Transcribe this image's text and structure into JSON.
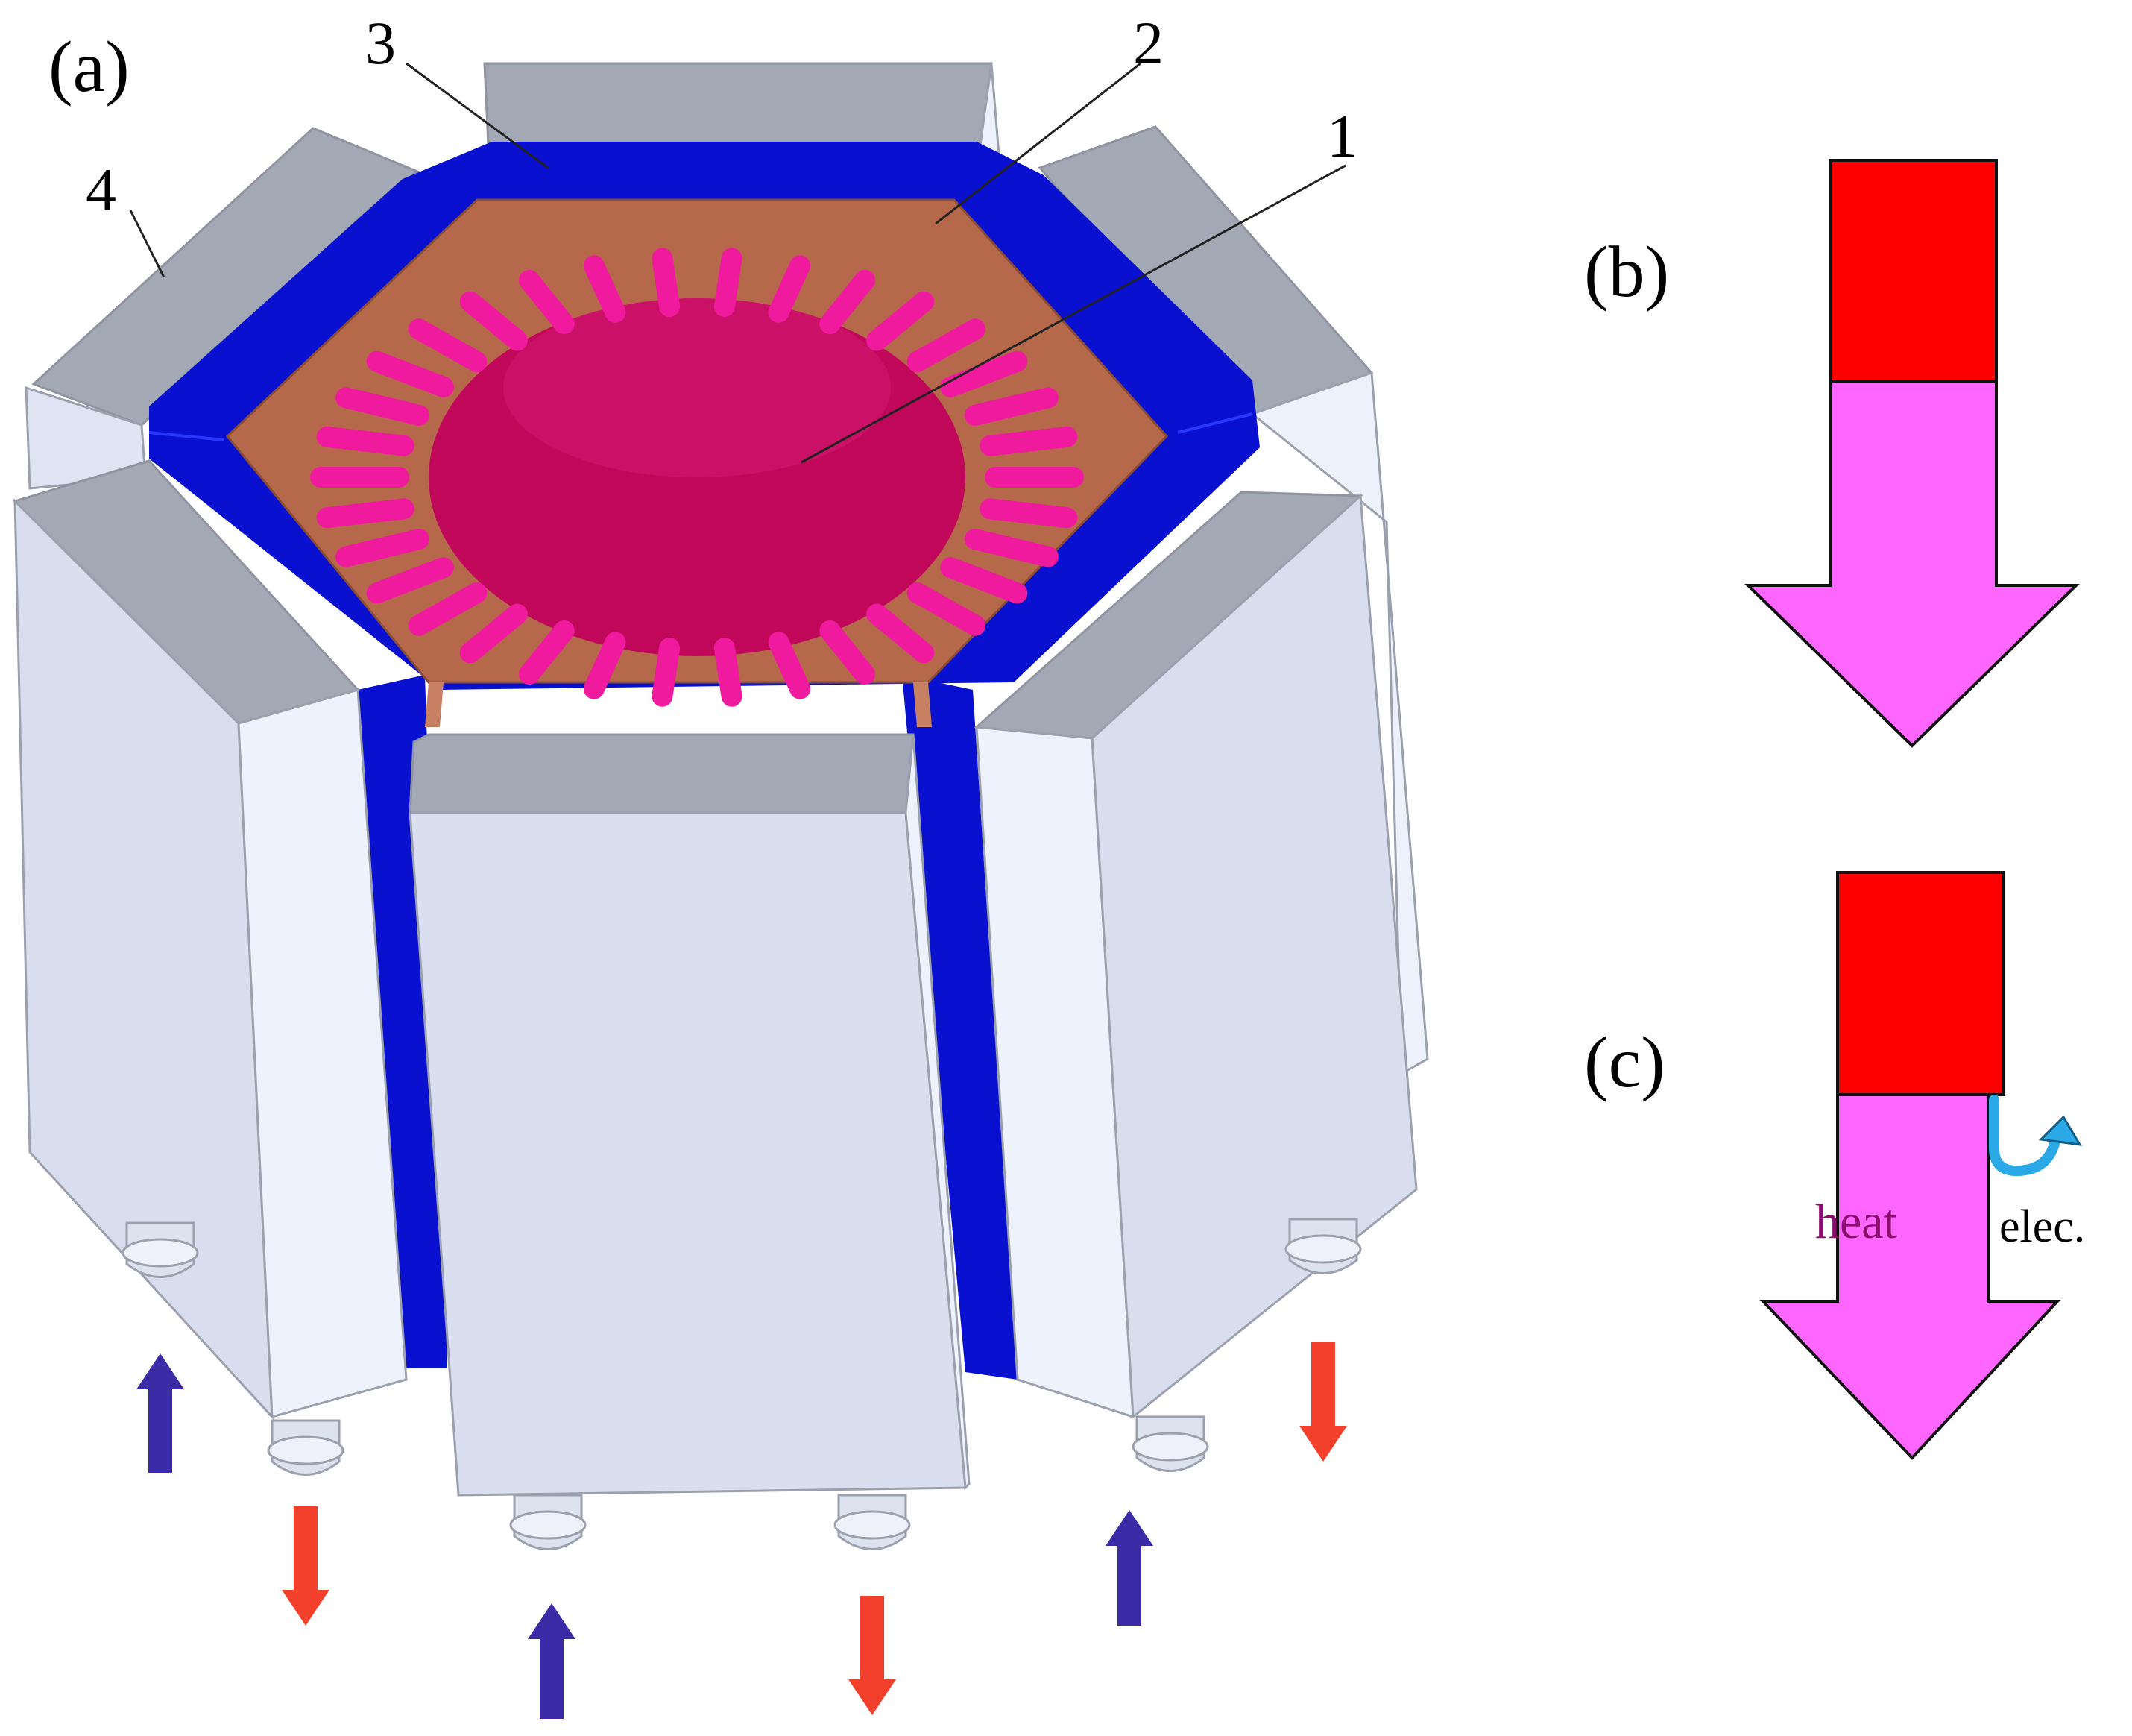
{
  "panels": {
    "a": {
      "label": "(a)"
    },
    "b": {
      "label": "(b)"
    },
    "c": {
      "label": "(c)"
    }
  },
  "callouts": {
    "one": "1",
    "two": "2",
    "three": "3",
    "four": "4"
  },
  "arrow_c": {
    "heat": "heat",
    "elec": "elec."
  },
  "colors": {
    "block_cap": "#a3a8b5",
    "block_front": "#dadfef",
    "block_side": "#edf1fb",
    "insulator": "#0a10d0",
    "plate": "#b5694a",
    "core": "#c0075a",
    "fins": "#f01a9e",
    "heat_source": "#ff0000",
    "heat_flow": "#ff66ff",
    "electricity": "#2aa9e6",
    "coolant_in": "#3b2ba6",
    "coolant_out": "#f2402c"
  },
  "icons": [
    "coolant-inlet-arrow-icon",
    "coolant-outlet-arrow-icon",
    "electricity-curved-arrow-icon"
  ]
}
